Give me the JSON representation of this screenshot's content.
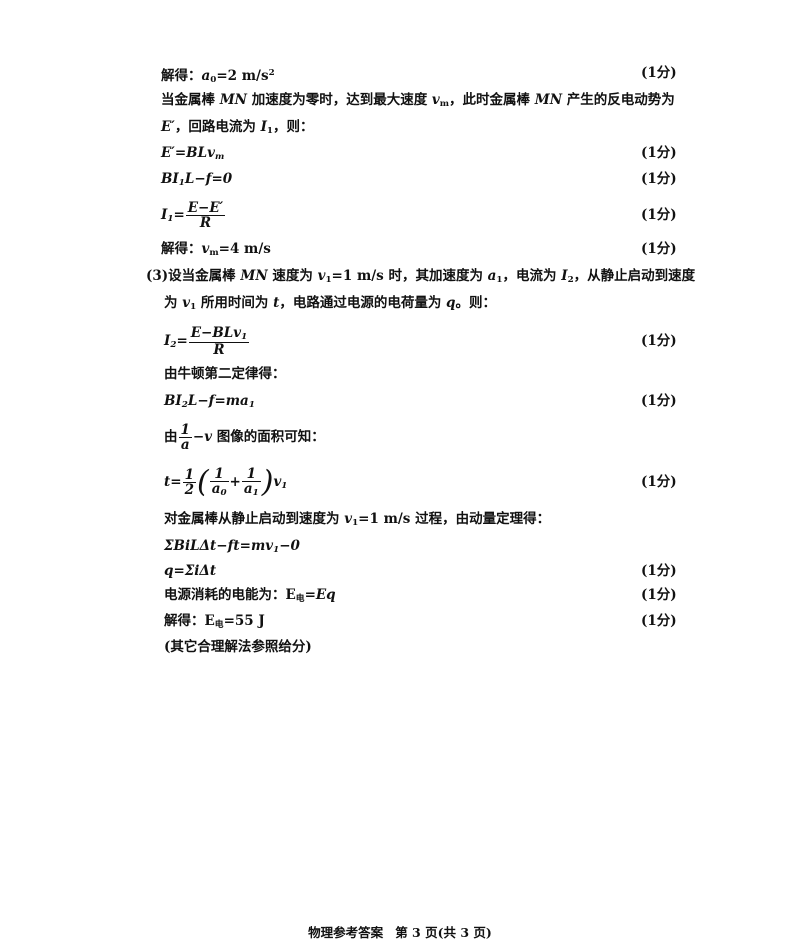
{
  "s1": {
    "a": "解得：",
    "b": "=2 m/s",
    "c": "(1分)"
  },
  "s2": {
    "a": "当金属棒 ",
    "b": "MN",
    "c": " 加速度为零时，达到最大速度 ",
    "d": "，此时金属棒 ",
    "e": " 产生的反电动势为"
  },
  "s3": {
    "a": "，回路电流为 ",
    "b": "，则："
  },
  "s4": {
    "a": "E′=BL",
    "b": "(1分)"
  },
  "s5": {
    "a": "BI",
    "b": "L−f=0",
    "c": "(1分)"
  },
  "s6": {
    "a": "I",
    "b": "=",
    "num": "E−E′",
    "den": "R",
    "c": "(1分)"
  },
  "s7": {
    "a": "解得：",
    "b": "=4 m/s",
    "c": "(1分)"
  },
  "s8": {
    "a": "(3)设当金属棒 ",
    "b": " 速度为 ",
    "c": "=1 m/s 时，其加速度为 ",
    "d": "，电流为 ",
    "e": "，从静止启动到速度"
  },
  "s9": {
    "a": "为 ",
    "b": " 所用时间为 ",
    "c": "t",
    "d": "，电路通过电源的电荷量为 ",
    "e": "q",
    "f": "。则："
  },
  "s10": {
    "a": "I",
    "b": "=",
    "num": "E−BL",
    "den": "R",
    "c": "(1分)"
  },
  "s11": {
    "a": "由牛顿第二定律得："
  },
  "s12": {
    "a": "BI",
    "b": "L−f=ma",
    "c": "(1分)"
  },
  "s13": {
    "a": "由",
    "num": "1",
    "den": "a",
    "b": "−",
    "c": "v",
    "d": " 图像的面积可知："
  },
  "s14": {
    "a": "t=",
    "h_num": "1",
    "h_den": "2",
    "f1_num": "1",
    "f1_den": "a",
    "plus": "+",
    "f2_num": "1",
    "f2_den": "a",
    "c": "(1分)"
  },
  "s15": {
    "a": "对金属棒从静止启动到速度为 ",
    "b": "=1 m/s 过程，由动量定理得："
  },
  "s16": {
    "a": "ΣBiLΔt−ft=mv",
    "b": "−0"
  },
  "s17": {
    "a": "q=ΣiΔt",
    "b": "(1分)"
  },
  "s18": {
    "a": "电源消耗的电能为：E",
    "sub": "电",
    "b": "=Eq",
    "c": "(1分)"
  },
  "s19": {
    "a": "解得：E",
    "sub": "电",
    "b": "=55 J",
    "c": "(1分)"
  },
  "s20": {
    "a": "(其它合理解法参照给分)"
  },
  "sym": {
    "a0": "a",
    "s0": "0",
    "sq": "2",
    "vm": "v",
    "sm": "m",
    "E": "E′",
    "I1": "I",
    "one": "1",
    "two": "2",
    "v1": "v",
    "a1": "a",
    "I2": "I"
  },
  "footer": {
    "a": "物理参考答案",
    "b": "第 3 页(共 3 页)"
  }
}
